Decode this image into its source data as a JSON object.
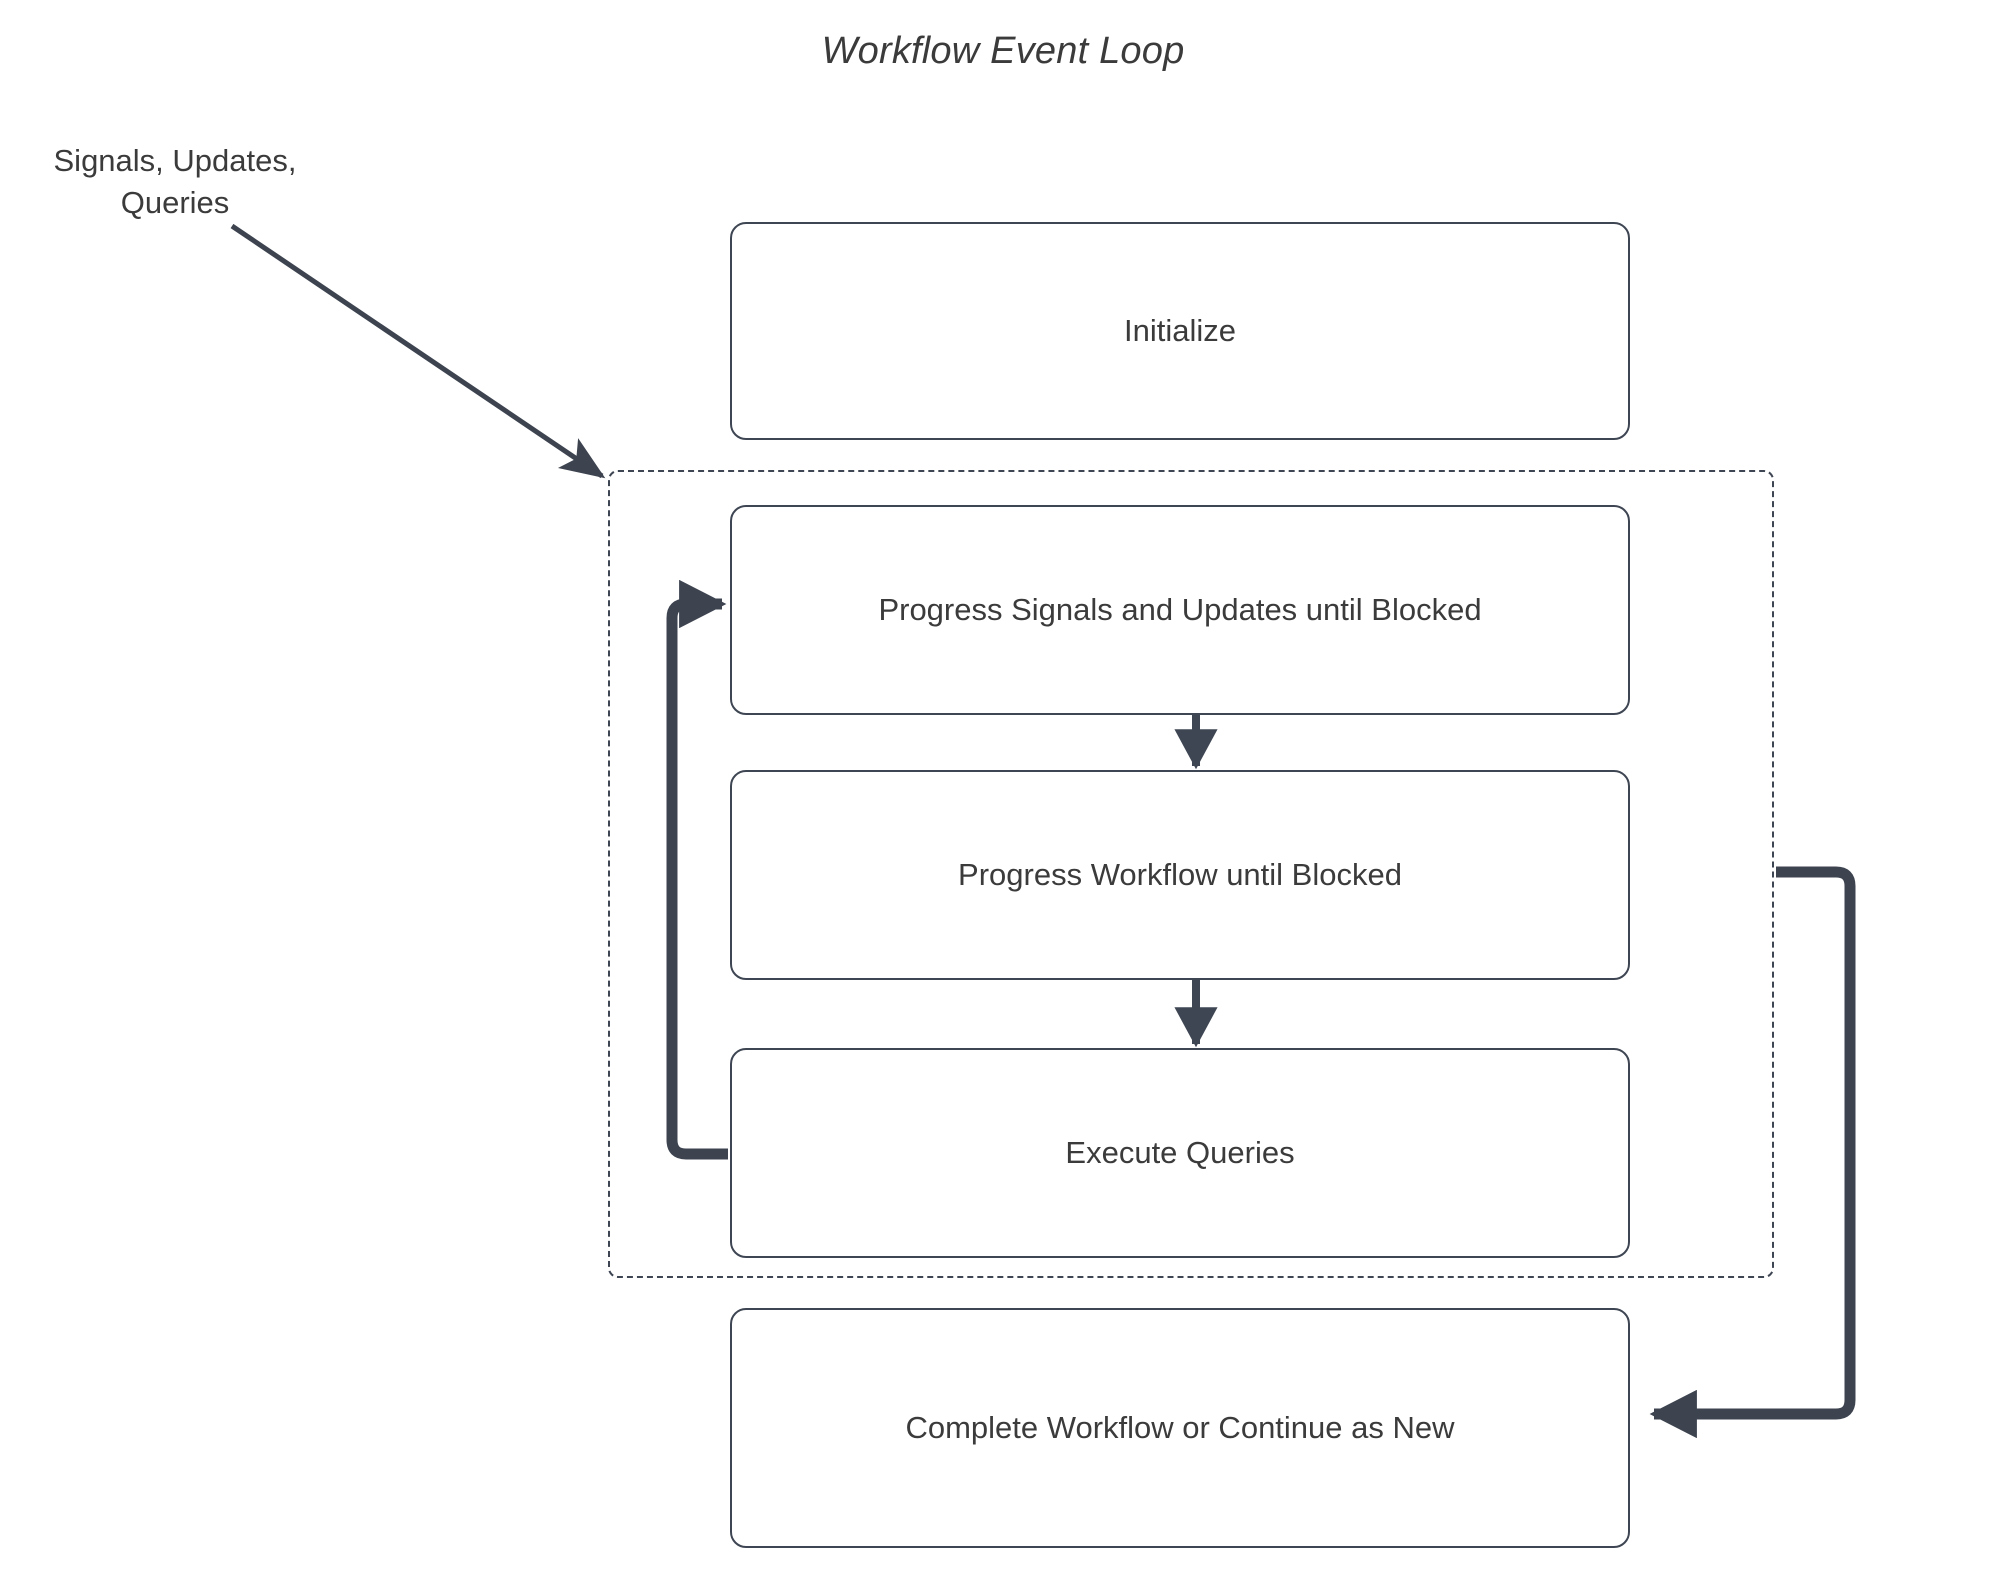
{
  "diagram": {
    "title": "Workflow Event Loop",
    "external_label": "Signals, Updates,\nQueries",
    "nodes": [
      {
        "id": "initialize",
        "label": "Initialize"
      },
      {
        "id": "progress_su",
        "label": "Progress Signals and Updates until Blocked"
      },
      {
        "id": "progress_wf",
        "label": "Progress Workflow until Blocked"
      },
      {
        "id": "exec_queries",
        "label": "Execute Queries"
      },
      {
        "id": "complete",
        "label": "Complete Workflow or Continue as New"
      }
    ],
    "colors": {
      "stroke": "#3f4653",
      "edge": "#3d4450",
      "text": "#3b3b3b",
      "background": "#ffffff"
    }
  }
}
